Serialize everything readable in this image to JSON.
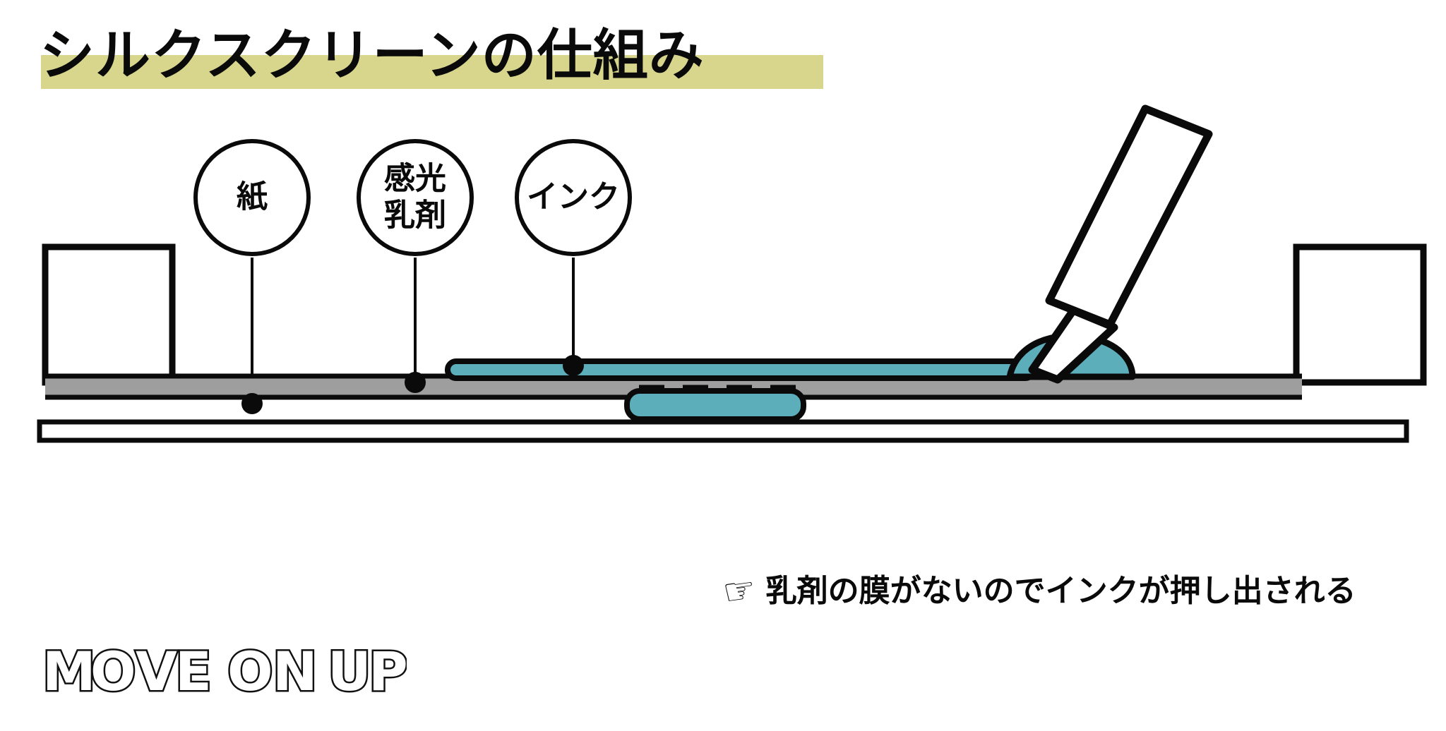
{
  "page": {
    "title": "シルクスクリーンの仕組み",
    "background_color": "#ffffff",
    "highlight_color": "#d7d68c"
  },
  "colors": {
    "ink_teal": "#5CAEBB",
    "emulsion_gray": "#9e9e9e",
    "outline_black": "#0a0a0a",
    "highlight_olive": "#d7d68c",
    "paper_white": "#ffffff"
  },
  "callouts": [
    {
      "id": "paper",
      "label": "紙",
      "lines": [
        "紙"
      ],
      "target": "paper-substrate-layer"
    },
    {
      "id": "emulsion",
      "label": "感光乳剤",
      "lines": [
        "感光",
        "乳剤"
      ],
      "target": "emulsion-layer"
    },
    {
      "id": "ink",
      "label": "インク",
      "lines": [
        "インク"
      ],
      "target": "ink-layer"
    }
  ],
  "diagram": {
    "name": "silkscreen-cross-section",
    "parts": [
      {
        "id": "frame-left",
        "label": "frame-left-post"
      },
      {
        "id": "frame-right",
        "label": "frame-right-post"
      },
      {
        "id": "emulsion-layer",
        "label": "emulsion-coating"
      },
      {
        "id": "mesh-screen",
        "label": "screen-mesh"
      },
      {
        "id": "paper-substrate-layer",
        "label": "paper-sheet"
      },
      {
        "id": "ink-layer",
        "label": "ink-body"
      },
      {
        "id": "ink-pool",
        "label": "ink-pool-mound"
      },
      {
        "id": "ink-pushed-through",
        "label": "ink-through-open-area"
      },
      {
        "id": "squeegee",
        "label": "squeegee-tool"
      },
      {
        "id": "open-area-dashes",
        "label": "open-mesh-dashed-gap"
      }
    ]
  },
  "caption": {
    "icon": "pointing-hand-icon",
    "icon_glyph": "☞",
    "text": "乳剤の膜がないのでインクが押し出される"
  },
  "logo": {
    "text": "MOVE ON UP",
    "letters": [
      "M",
      "O",
      "V",
      "E",
      "O",
      "N",
      "U",
      "P"
    ],
    "words": [
      "MOVE",
      "ON",
      "UP"
    ],
    "style": "hand-drawn-outline"
  }
}
